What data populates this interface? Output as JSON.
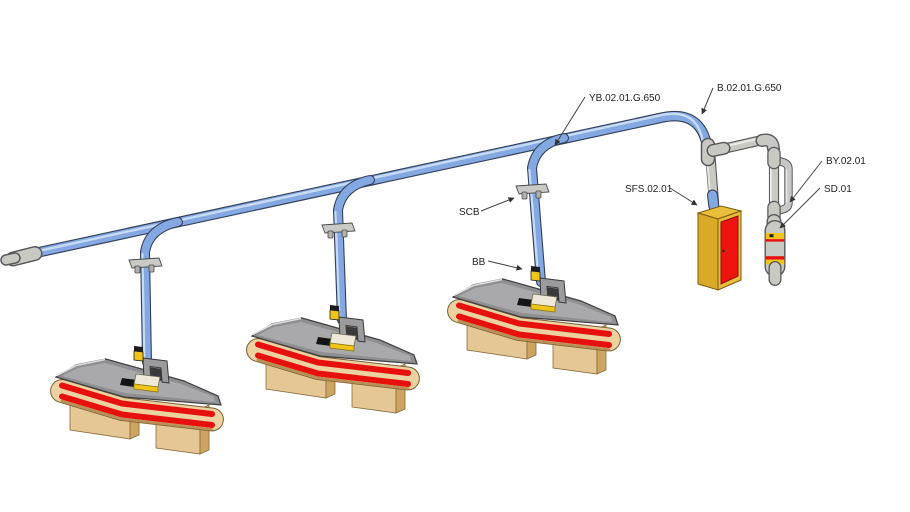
{
  "diagram": {
    "annotations": {
      "yb": "YB.02.01.G.650",
      "b": "B.02.01.G.650",
      "scb": "SCB",
      "bb": "BB",
      "sfs": "SFS.02.01",
      "by": "BY.02.01",
      "sd": "SD.01"
    }
  },
  "colors": {
    "background": "#FFFFFF",
    "pipe-blue": "#84A9E2",
    "pipe-blue-highlight": "#C8DBF5",
    "pipe-blue-outline": "#32405A",
    "pipe-gray": "#C9C9C4",
    "pipe-gray-highlight": "#E9E9E4",
    "pipe-gray-outline": "#58585A",
    "counter-red": "#E6110E",
    "counter-tan": "#ECD2A0",
    "counter-tan-outline": "#7A5F33",
    "counter-tan-shadow": "#B98F55",
    "counter-top": "#8F8F92",
    "counter-top-inner": "#A9A9AB",
    "counter-top-edge-light": "#E0E0E2",
    "pedestal": "#E4C795",
    "pedestal-dark": "#CDA562",
    "pedestal-outline": "#8A6A3A",
    "cabinet-yellow": "#E9BE3C",
    "cabinet-yellow-dark": "#D9A928",
    "cabinet-outline": "#7A5A10",
    "door-red": "#EE1510",
    "door-red-outline": "#8A1008",
    "device-yellow": "#F0C419",
    "slot-black": "#141414",
    "terminal-gray": "#9B9B9D",
    "terminal-dark": "#3A3A3C",
    "tray-cream": "#EDE8D8",
    "label-text": "#1F1F1F",
    "leader": "#444444"
  }
}
